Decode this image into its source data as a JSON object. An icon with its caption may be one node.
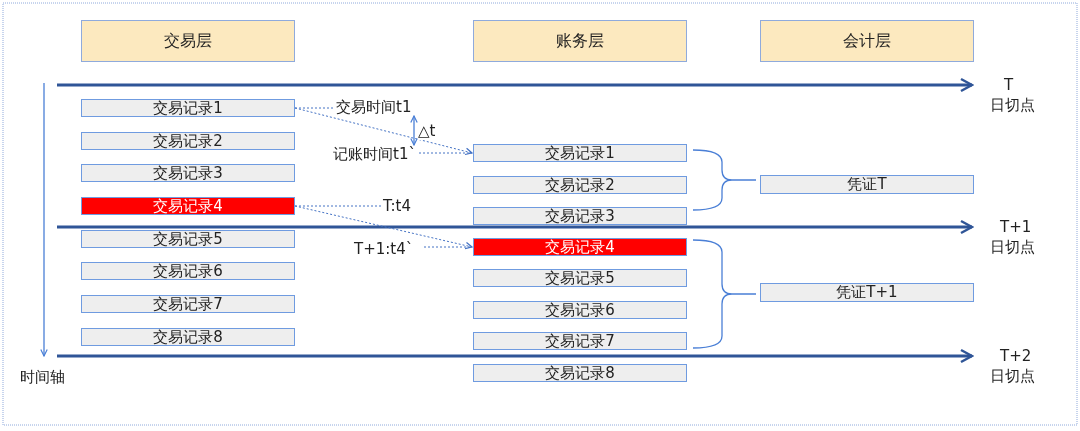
{
  "diagram": {
    "nodes": [
      {
        "text": [
          "交易层"
        ]
      },
      {
        "text": [
          "账务层"
        ]
      },
      {
        "text": [
          "会计层"
        ]
      },
      {
        "text": [
          "交易记录1"
        ]
      },
      {
        "text": [
          "交易记录2"
        ]
      },
      {
        "text": [
          "交易记录3"
        ]
      },
      {
        "text": [
          "交易记录4"
        ]
      },
      {
        "text": [
          "交易记录5"
        ]
      },
      {
        "text": [
          "交易记录6"
        ]
      },
      {
        "text": [
          "交易记录7"
        ]
      },
      {
        "text": [
          "交易记录8"
        ]
      },
      {
        "text": [
          "交易记录1"
        ]
      },
      {
        "text": [
          "交易记录2"
        ]
      },
      {
        "text": [
          "交易记录3"
        ]
      },
      {
        "text": [
          "交易记录4"
        ]
      },
      {
        "text": [
          "交易记录5"
        ]
      },
      {
        "text": [
          "交易记录6"
        ]
      },
      {
        "text": [
          "交易记录7"
        ]
      },
      {
        "text": [
          "交易记录8"
        ]
      },
      {
        "text": [
          "凭证T"
        ]
      },
      {
        "text": [
          "凭证T+1"
        ]
      },
      {
        "text": [
          "交易时间t1"
        ]
      },
      {
        "text": [
          "记账时间t1`"
        ]
      },
      {
        "text": [
          "T:t4"
        ]
      },
      {
        "text": [
          "T+1:t4`"
        ]
      }
    ],
    "edges": [
      {
        "from": 3,
        "to": 11,
        "arrow": "to",
        "style": "dashed"
      },
      {
        "from": 6,
        "to": 14,
        "arrow": "to",
        "style": "dashed"
      },
      {
        "from": 3,
        "to": 21,
        "arrow": "none",
        "style": "dashed"
      },
      {
        "from": 22,
        "to": 11,
        "arrow": "none",
        "style": "dashed"
      },
      {
        "from": 6,
        "to": 23,
        "arrow": "none",
        "style": "dashed"
      },
      {
        "from": 24,
        "to": 14,
        "arrow": "none",
        "style": "dashed"
      },
      {
        "from": 21,
        "to": 22,
        "arrow": "both",
        "label": "△t"
      }
    ],
    "labels": [
      "T",
      "日切点",
      "T+1",
      "日切点",
      "T+2",
      "日切点",
      "时间轴"
    ]
  }
}
